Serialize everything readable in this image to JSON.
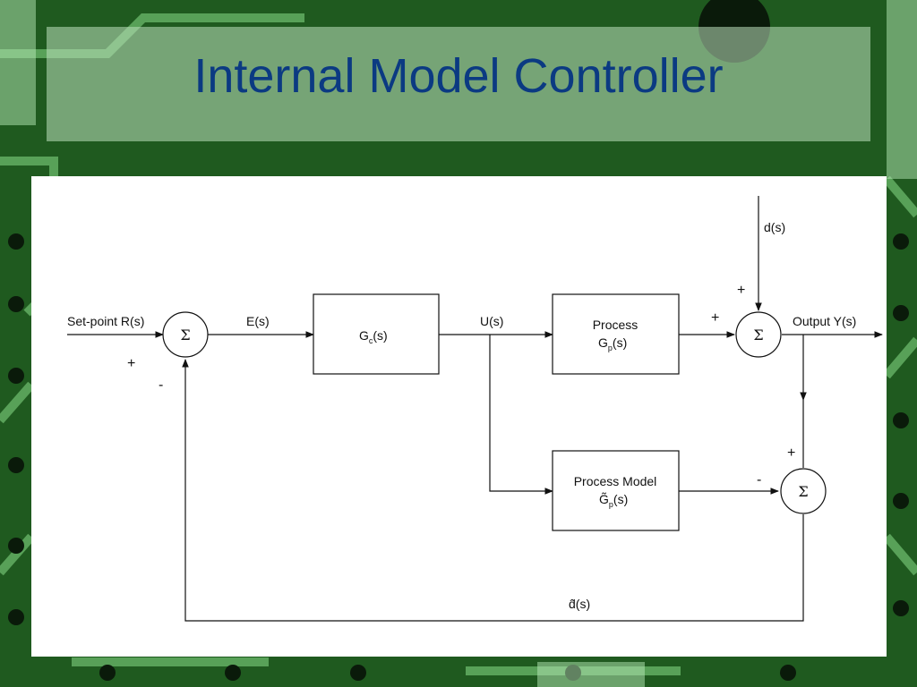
{
  "slide": {
    "title": "Internal Model Controller"
  },
  "diagram": {
    "labels": {
      "setpoint": "Set-point R(s)",
      "error": "E(s)",
      "controller_main": "G",
      "controller_sub": "c",
      "controller_arg": "(s)",
      "control": "U(s)",
      "process_name": "Process",
      "process_main": "G",
      "process_sub": "p",
      "process_arg": "(s)",
      "model_name": "Process Model",
      "model_main": "G̃",
      "model_sub": "p",
      "model_arg": "(s)",
      "disturbance": "d(s)",
      "output": "Output Y(s)",
      "estimate": "d̂(s)"
    },
    "sum_symbol": "Σ",
    "signs": {
      "sum1_plus": "+",
      "sum1_minus": "-",
      "sum2_top": "+",
      "sum2_left": "+",
      "sum3_top": "+",
      "sum3_left": "-"
    }
  }
}
